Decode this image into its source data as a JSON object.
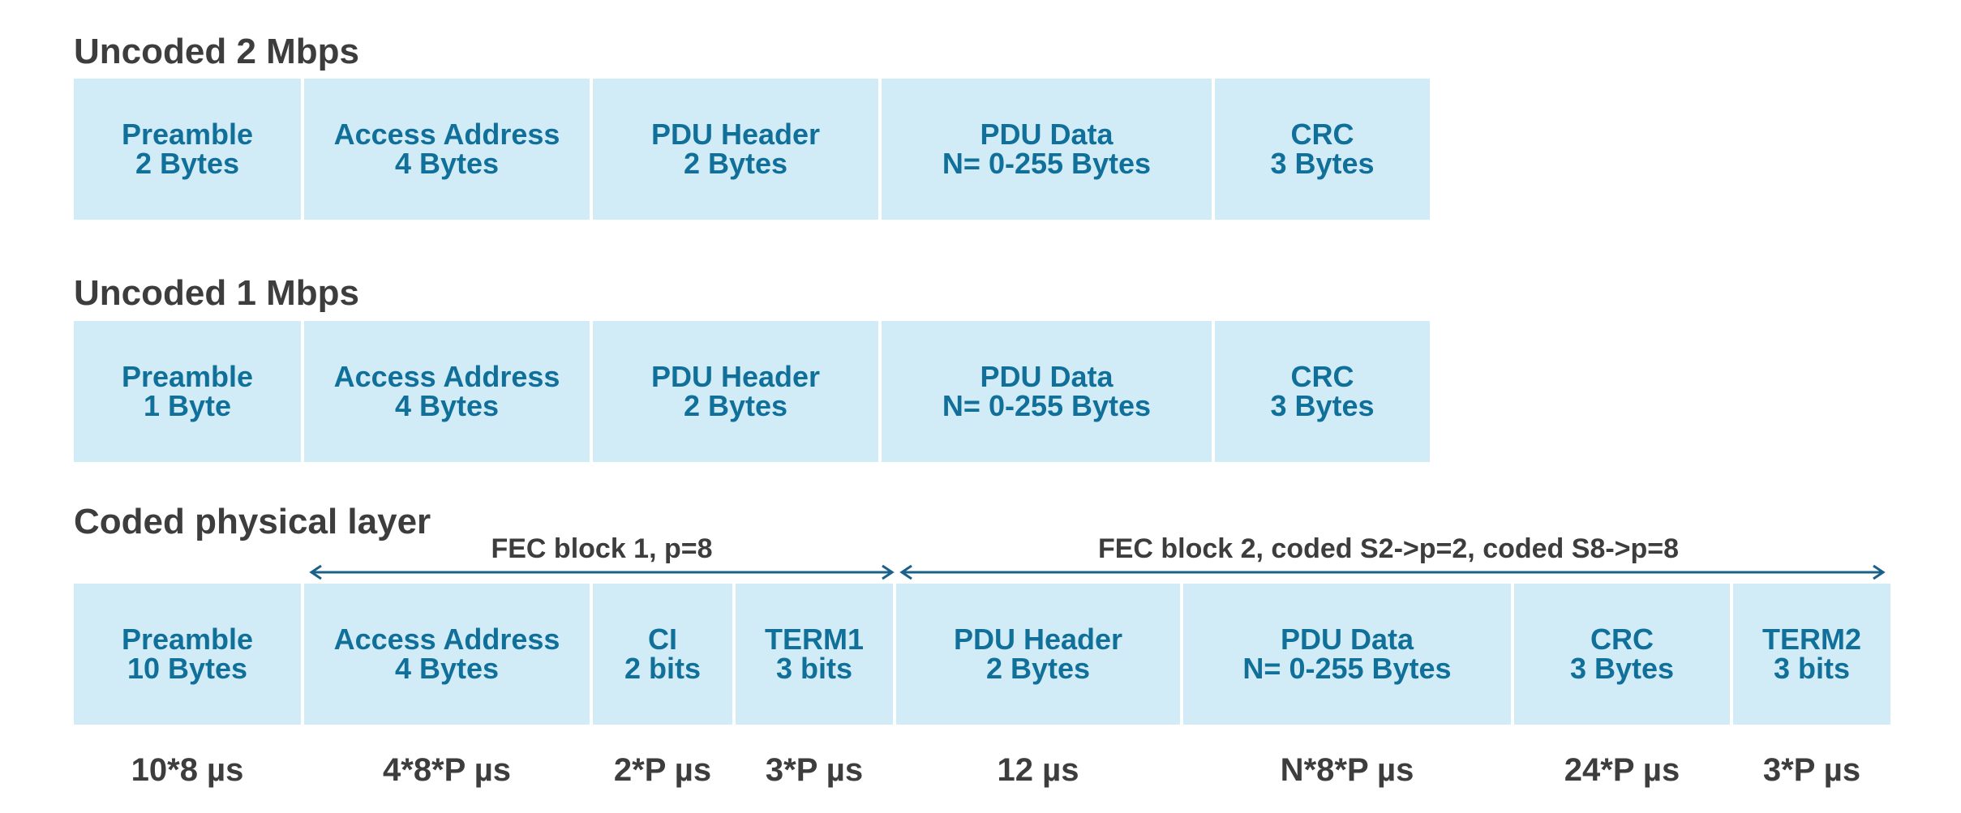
{
  "colors": {
    "cell_bg": "#d2ecf7",
    "cell_text": "#10709a",
    "heading": "#3d3d3d",
    "arrow": "#1a6088"
  },
  "sections": [
    {
      "title": "Uncoded 2 Mbps",
      "cells": [
        {
          "name": "Preamble",
          "size": "2 Bytes"
        },
        {
          "name": "Access Address",
          "size": "4 Bytes"
        },
        {
          "name": "PDU Header",
          "size": "2 Bytes"
        },
        {
          "name": "PDU Data",
          "size": "N= 0-255 Bytes"
        },
        {
          "name": "CRC",
          "size": "3 Bytes"
        }
      ]
    },
    {
      "title": "Uncoded 1 Mbps",
      "cells": [
        {
          "name": "Preamble",
          "size": "1 Byte"
        },
        {
          "name": "Access Address",
          "size": "4 Bytes"
        },
        {
          "name": "PDU Header",
          "size": "2 Bytes"
        },
        {
          "name": "PDU Data",
          "size": "N= 0-255 Bytes"
        },
        {
          "name": "CRC",
          "size": "3 Bytes"
        }
      ]
    },
    {
      "title": "Coded physical layer",
      "fec_blocks": [
        {
          "label": "FEC block 1, p=8"
        },
        {
          "label": "FEC block 2, coded S2->p=2, coded S8->p=8"
        }
      ],
      "cells": [
        {
          "name": "Preamble",
          "size": "10 Bytes",
          "timing": "10*8 µs"
        },
        {
          "name": "Access Address",
          "size": "4 Bytes",
          "timing": "4*8*P µs"
        },
        {
          "name": "CI",
          "size": "2 bits",
          "timing": "2*P µs"
        },
        {
          "name": "TERM1",
          "size": "3 bits",
          "timing": "3*P µs"
        },
        {
          "name": "PDU Header",
          "size": "2 Bytes",
          "timing": "12 µs"
        },
        {
          "name": "PDU Data",
          "size": "N= 0-255 Bytes",
          "timing": "N*8*P µs"
        },
        {
          "name": "CRC",
          "size": "3 Bytes",
          "timing": "24*P µs"
        },
        {
          "name": "TERM2",
          "size": "3 bits",
          "timing": "3*P µs"
        }
      ]
    }
  ]
}
